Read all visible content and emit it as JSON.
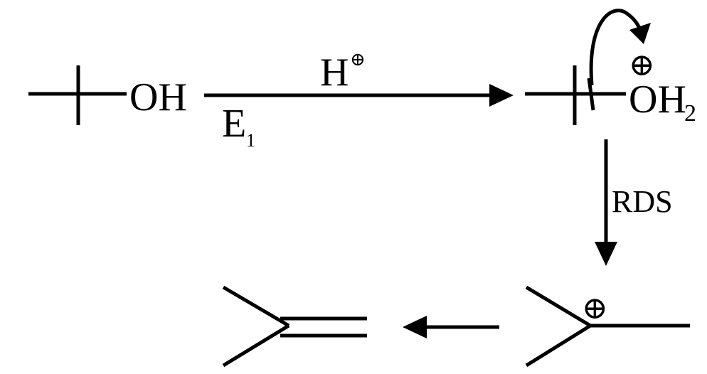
{
  "reactant": {
    "group": "OH"
  },
  "step1": {
    "reagent": "H",
    "charge_symbol": "⊕",
    "mechanism_label": "E",
    "mechanism_subscript": "1"
  },
  "protonated": {
    "group": "OH",
    "subscript": "2",
    "charge_symbol": "⊕"
  },
  "step2": {
    "label": "RDS"
  },
  "carbocation": {
    "charge_symbol": "⊕"
  }
}
